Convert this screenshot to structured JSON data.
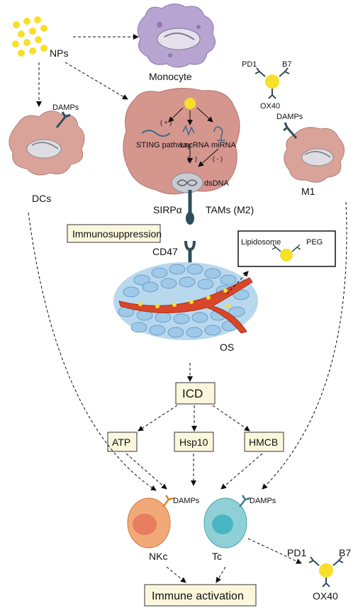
{
  "labels": {
    "nps": "NPs",
    "monocyte": "Monocyte",
    "dcs": "DCs",
    "damps_dc": "DAMPs",
    "damps_m1": "DAMPs",
    "m1": "M1",
    "pd1_top": "PD1",
    "b7_top": "B7",
    "ox40_top": "OX40",
    "sting": "STING pathway",
    "lncrna": "LncRNA",
    "mirna": "miRNA",
    "plus": "( + )",
    "minus1": "( - )",
    "minus2": "( - )",
    "dsdna": "dsDNA",
    "tams": "TAMs (M2)",
    "sirpa": "SIRPα",
    "immunosuppression": "Immunosuppression",
    "cd47": "CD47",
    "lipidosome": "Lipidosome",
    "peg": "PEG",
    "os": "OS",
    "icd": "ICD",
    "atp": "ATP",
    "hsp10": "Hsp10",
    "hmcb": "HMCB",
    "damps_nk": "DAMPs",
    "damps_tc": "DAMPs",
    "nkc": "NKc",
    "tc": "Tc",
    "pd1_bottom": "PD1",
    "b7_bottom": "B7",
    "ox40_bottom": "OX40",
    "immune_activation": "Immune activation"
  },
  "colors": {
    "np_yellow": "#f7df2a",
    "monocyte": "#b7a4d0",
    "cell_pink": "#d9a39a",
    "tam_pink": "#d5968e",
    "tumor_blue": "#9fc9e8",
    "vessel": "#d9472b",
    "nk_orange": "#f2a978",
    "tc_teal": "#8fd0d6",
    "receptor": "#2f4f5a",
    "box_fill": "#fbf7dc"
  }
}
